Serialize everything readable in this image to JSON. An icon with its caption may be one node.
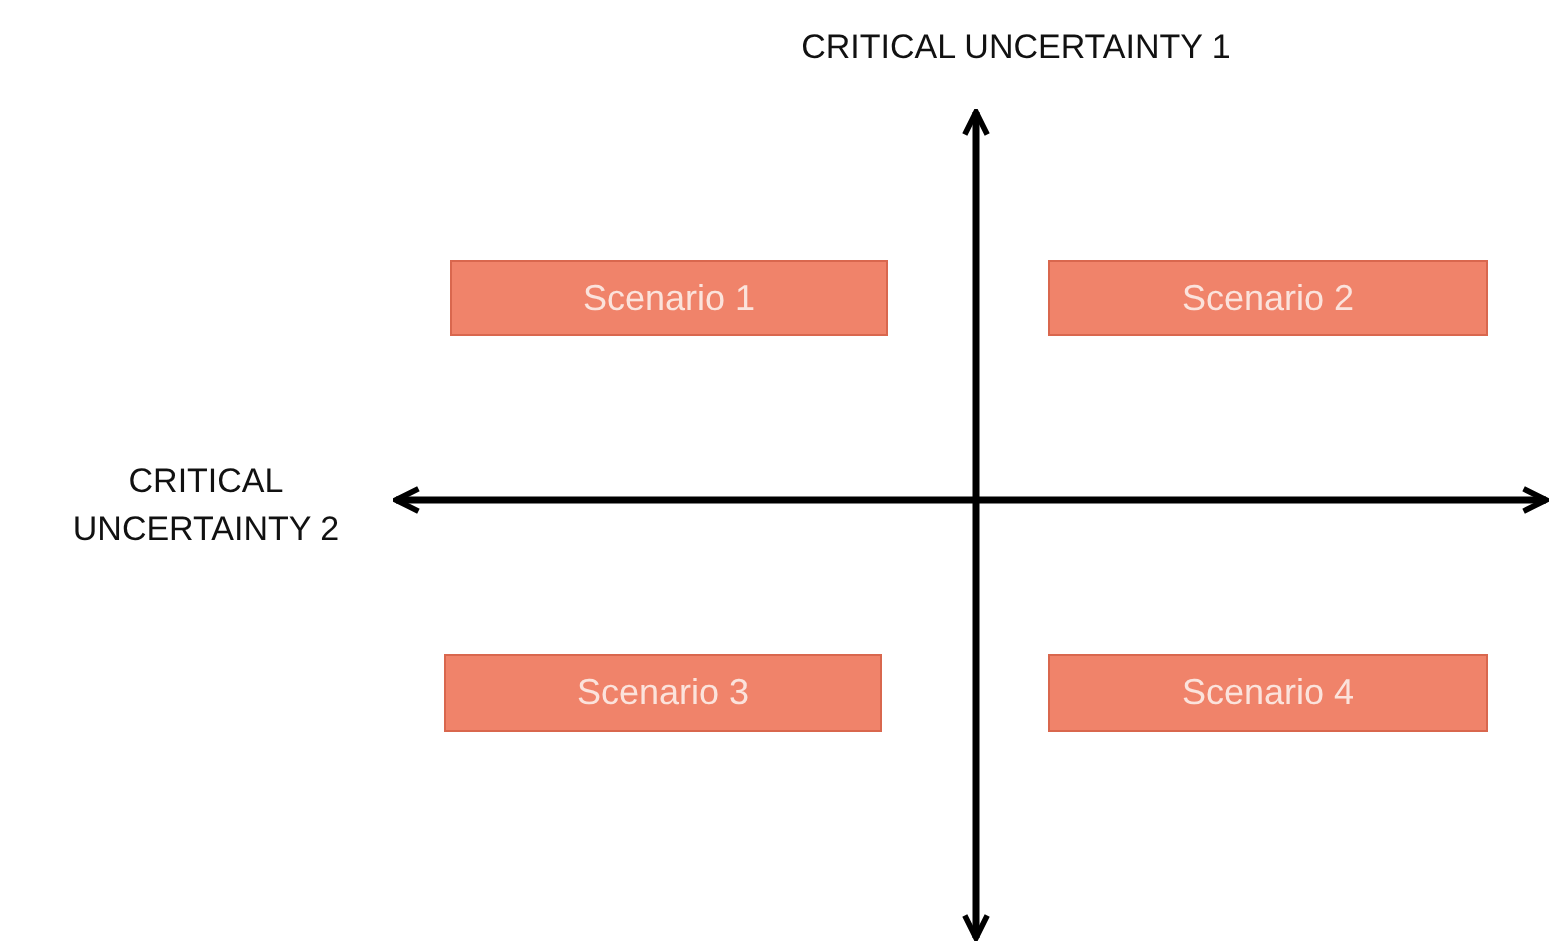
{
  "diagram": {
    "nodes": [
      {
        "text": [
          "Scenario 1"
        ]
      },
      {
        "text": [
          "Scenario 2"
        ]
      },
      {
        "text": [
          "Scenario 3"
        ]
      },
      {
        "text": [
          "Scenario 4"
        ]
      }
    ],
    "edges": [],
    "labels": [
      "CRITICAL UNCERTAINTY 1",
      "CRITICAL UNCERTAINTY 2"
    ]
  }
}
